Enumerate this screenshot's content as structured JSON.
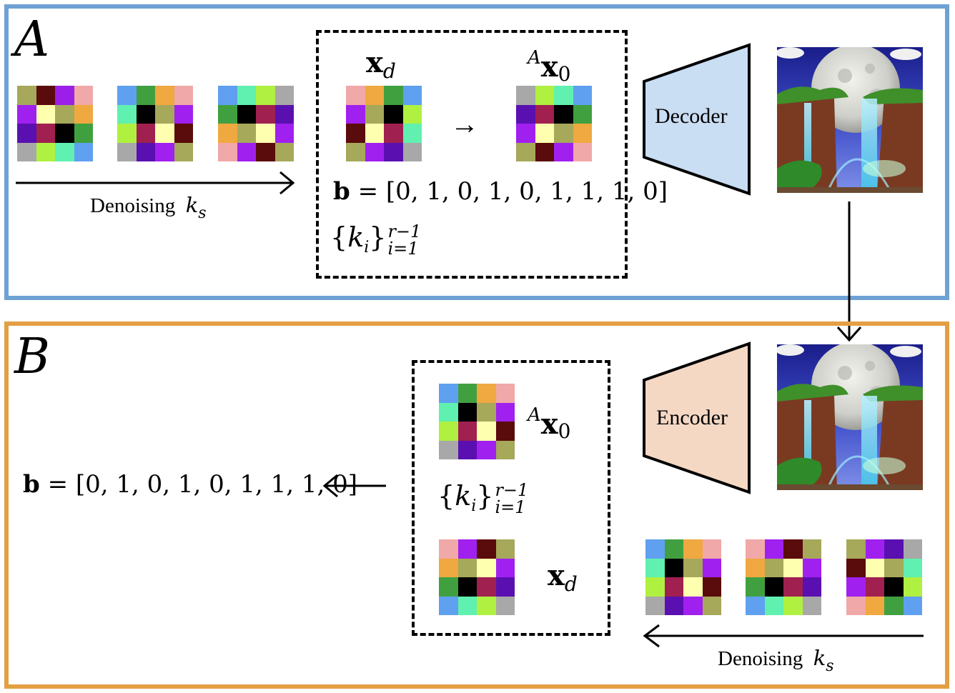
{
  "panel_a": {
    "letter": "A",
    "denoising_label": "Denoising",
    "denoising_var": "k",
    "denoising_sub": "s",
    "xd_label": "x",
    "xd_sub": "d",
    "ax0_sup": "A",
    "ax0_label": "x",
    "ax0_sub": "0",
    "b_label": "b",
    "b_value": "= [0, 1, 0, 1, 0, 1, 1, 1, 0]",
    "keys_open": "{",
    "keys_var": "k",
    "keys_var_sub": "i",
    "keys_close": "}",
    "keys_sup": "r−1",
    "keys_sub": "i=1",
    "decoder_label": "Decoder"
  },
  "panel_b": {
    "letter": "B",
    "denoising_label": "Denoising",
    "denoising_var": "k",
    "denoising_sub": "s",
    "xd_label": "x",
    "xd_sub": "d",
    "ax0_sup": "A",
    "ax0_label": "x",
    "ax0_sub": "0",
    "b_label": "b",
    "b_value": "= [0, 1, 0, 1, 0, 1, 1, 1, 0]",
    "keys_open": "{",
    "keys_var": "k",
    "keys_var_sub": "i",
    "keys_close": "}",
    "keys_sup": "r−1",
    "keys_sub": "i=1",
    "encoder_label": "Encoder"
  },
  "colors": {
    "panel_a_border": "#6fa2d4",
    "panel_b_border": "#e39f44",
    "decoder_fill": "#c9ddf3",
    "encoder_fill": "#f5d8c4"
  },
  "patch_grids": {
    "a1": [
      "#a6a85a",
      "#5a0b0b",
      "#9b1fe8",
      "#f0a8a8",
      "#a020f0",
      "#ffffb0",
      "#a6a85a",
      "#f0a840",
      "#5a10b0",
      "#a02050",
      "#000000",
      "#40a040",
      "#a8a8a8",
      "#b0f040",
      "#60f0b0",
      "#60a0f0"
    ],
    "a2": [
      "#60a0f0",
      "#40a040",
      "#f0a840",
      "#f0a8a8",
      "#60f0b0",
      "#000000",
      "#a6a85a",
      "#a020f0",
      "#b0f040",
      "#a02050",
      "#ffffb0",
      "#5a0b0b",
      "#a8a8a8",
      "#5a10b0",
      "#a020f0",
      "#a6a85a"
    ],
    "a3": [
      "#60a0f0",
      "#60f0b0",
      "#b0f040",
      "#a8a8a8",
      "#40a040",
      "#000000",
      "#a02050",
      "#5a10b0",
      "#f0a840",
      "#a6a85a",
      "#ffffb0",
      "#a020f0",
      "#f0a8a8",
      "#a020f0",
      "#5a0b0b",
      "#a6a85a"
    ],
    "xd_a": [
      "#f0a8a8",
      "#f0a840",
      "#40a040",
      "#60a0f0",
      "#a020f0",
      "#a6a85a",
      "#000000",
      "#b0f040",
      "#5a0b0b",
      "#ffffb0",
      "#a02050",
      "#60f0b0",
      "#a6a85a",
      "#a020f0",
      "#5a10b0",
      "#a8a8a8"
    ],
    "ax0_a": [
      "#a8a8a8",
      "#b0f040",
      "#60f0b0",
      "#60a0f0",
      "#5a10b0",
      "#a02050",
      "#000000",
      "#40a040",
      "#a020f0",
      "#ffffb0",
      "#a6a85a",
      "#f0a840",
      "#a6a85a",
      "#5a0b0b",
      "#a020f0",
      "#f0a8a8"
    ],
    "ax0_b": [
      "#60a0f0",
      "#40a040",
      "#f0a840",
      "#f0a8a8",
      "#60f0b0",
      "#000000",
      "#a6a85a",
      "#a020f0",
      "#b0f040",
      "#a02050",
      "#ffffb0",
      "#5a0b0b",
      "#a8a8a8",
      "#5a10b0",
      "#a020f0",
      "#a6a85a"
    ],
    "xd_b": [
      "#f0a8a8",
      "#a020f0",
      "#5a0b0b",
      "#a6a85a",
      "#f0a840",
      "#a6a85a",
      "#ffffb0",
      "#a020f0",
      "#40a040",
      "#000000",
      "#a02050",
      "#5a10b0",
      "#60a0f0",
      "#60f0b0",
      "#b0f040",
      "#a8a8a8"
    ],
    "b1": [
      "#60a0f0",
      "#40a040",
      "#f0a840",
      "#f0a8a8",
      "#60f0b0",
      "#000000",
      "#a6a85a",
      "#a020f0",
      "#b0f040",
      "#a02050",
      "#ffffb0",
      "#5a0b0b",
      "#a8a8a8",
      "#5a10b0",
      "#a020f0",
      "#a6a85a"
    ],
    "b2": [
      "#f0a8a8",
      "#a020f0",
      "#5a0b0b",
      "#a6a85a",
      "#f0a840",
      "#a6a85a",
      "#ffffb0",
      "#a020f0",
      "#40a040",
      "#000000",
      "#a02050",
      "#5a10b0",
      "#60a0f0",
      "#60f0b0",
      "#b0f040",
      "#a8a8a8"
    ],
    "b3": [
      "#a6a85a",
      "#a020f0",
      "#5a10b0",
      "#a8a8a8",
      "#5a0b0b",
      "#ffffb0",
      "#a6a85a",
      "#60f0b0",
      "#a020f0",
      "#a02050",
      "#000000",
      "#b0f040",
      "#f0a8a8",
      "#f0a840",
      "#40a040",
      "#60a0f0"
    ]
  }
}
